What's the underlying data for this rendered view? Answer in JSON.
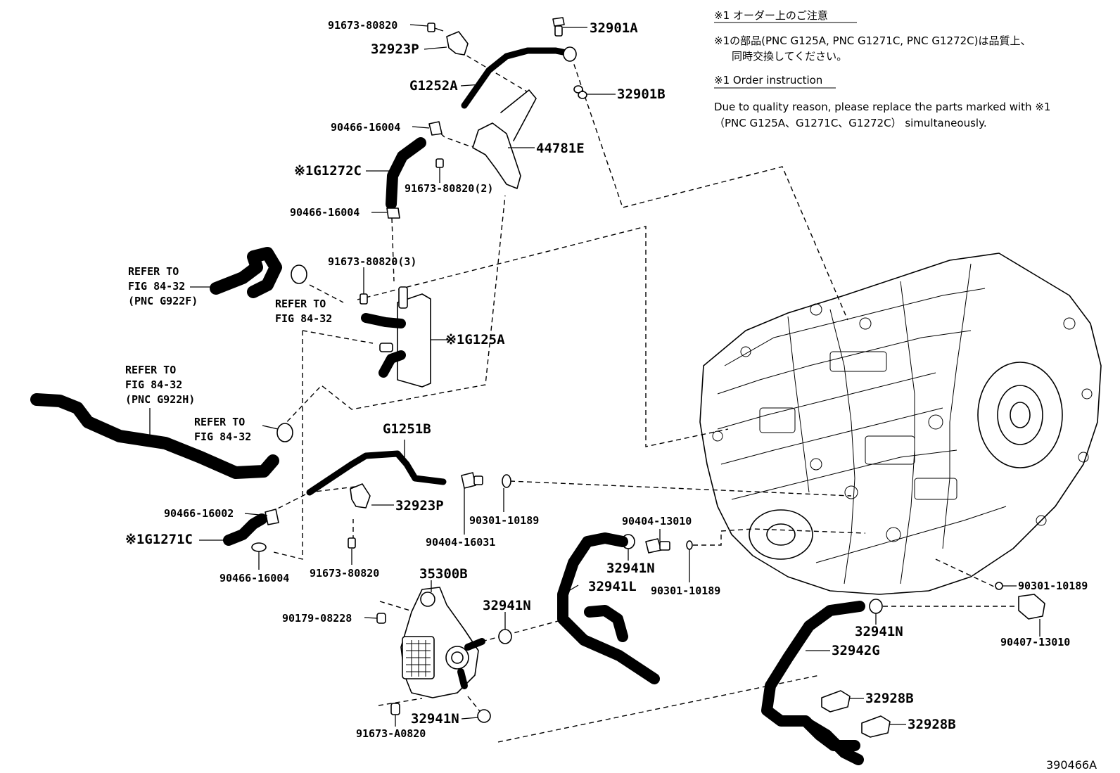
{
  "notes": {
    "jp_title": "※1 オーダー上のご注意",
    "jp_line1": "※1の部品(PNC G125A, PNC G1271C, PNC G1272C)は品質上、",
    "jp_line2": "同時交換してください。",
    "en_title": "※1 Order instruction",
    "en_line1": "Due to quality reason, please replace the parts marked with ※1",
    "en_line2": "（PNC G125A、G1271C、G1272C） simultaneously."
  },
  "labels": {
    "p91673_80820_top": "91673-80820",
    "p32901A": "32901A",
    "p32923P_top": "32923P",
    "pG1252A": "G1252A",
    "p32901B": "32901B",
    "p90466_16004_a": "90466-16004",
    "p44781E": "44781E",
    "pG1272C": "※1G1272C",
    "p91673_80820_2": "91673-80820(2)",
    "p90466_16004_b": "90466-16004",
    "p91673_80820_3": "91673-80820(3)",
    "pG125A": "※1G125A",
    "pG1251B": "G1251B",
    "p32923P_mid": "32923P",
    "p90466_16002": "90466-16002",
    "p90301_10189_a": "90301-10189",
    "pG1271C": "※1G1271C",
    "p90404_16031": "90404-16031",
    "p90404_13010": "90404-13010",
    "p90466_16004_c": "90466-16004",
    "p91673_80820_bot": "91673-80820",
    "p32941N_a": "32941N",
    "p35300B": "35300B",
    "p32941L": "32941L",
    "p90301_10189_b": "90301-10189",
    "p90301_10189_c": "90301-10189",
    "p32941N_b": "32941N",
    "p90179_08228": "90179-08228",
    "p32941N_c": "32941N",
    "p32942G": "32942G",
    "p90407_13010": "90407-13010",
    "p32928B_a": "32928B",
    "p32928B_b": "32928B",
    "p32941N_d": "32941N",
    "p91673_A0820": "91673-A0820"
  },
  "refs": {
    "r1_l1": "REFER TO",
    "r1_l2": "FIG 84-32",
    "r1_l3": "(PNC G922F)",
    "r2_l1": "REFER TO",
    "r2_l2": "FIG 84-32",
    "r3_l1": "REFER TO",
    "r3_l2": "FIG 84-32",
    "r3_l3": "(PNC G922H)",
    "r4_l1": "REFER TO",
    "r4_l2": "FIG 84-32"
  },
  "diagram_code": "390466A"
}
